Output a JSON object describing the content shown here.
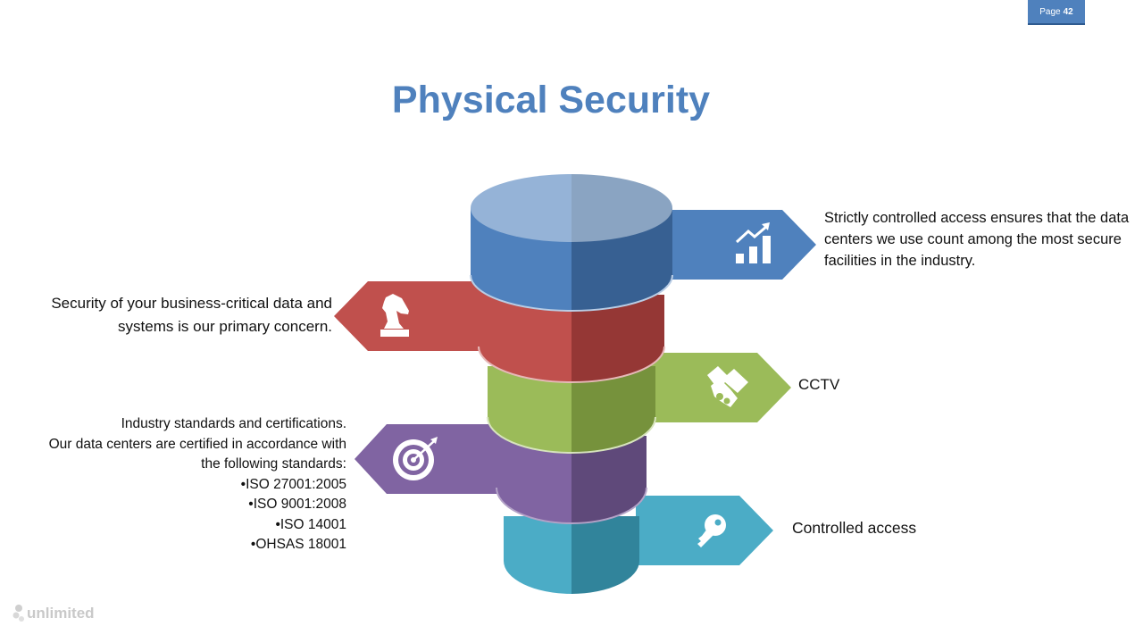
{
  "page_badge": {
    "prefix": "Page",
    "number": "42"
  },
  "title": "Physical Security",
  "layers": [
    {
      "color": "#4f81bd",
      "icon": "chart-icon",
      "text": "Strictly controlled access ensures that the data centers we use count among the most secure facilities in the industry."
    },
    {
      "color": "#c0504d",
      "icon": "chess-knight-icon",
      "text": "Security of your business-critical data and systems is our primary concern."
    },
    {
      "color": "#9bbb59",
      "icon": "handshake-icon",
      "text": "CCTV"
    },
    {
      "color": "#8064a2",
      "icon": "target-icon",
      "text_lines": [
        "Industry standards and certifications.",
        "Our data centers are certified in accordance with",
        "the following standards:",
        "•ISO 27001:2005",
        "•ISO 9001:2008",
        "•ISO 14001",
        "•OHSAS 18001"
      ]
    },
    {
      "color": "#4bacc6",
      "icon": "key-icon",
      "text": "Controlled access"
    }
  ],
  "logo": {
    "text": "unlimited"
  }
}
